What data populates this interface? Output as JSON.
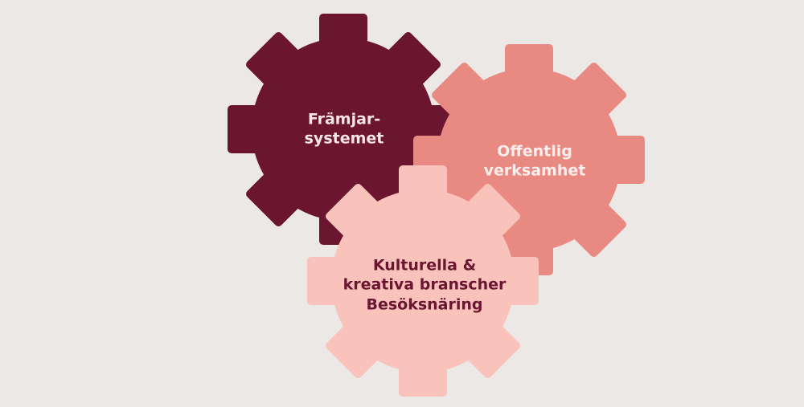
{
  "colors": {
    "background": "#ebe8e6",
    "gear_dark": "#6b1530",
    "gear_salmon": "#e98a82",
    "gear_pink": "#f9c2bb"
  },
  "gears": [
    {
      "id": "framjarsystemet",
      "line1": "Främjar-",
      "line2": "systemet",
      "color": "#6b1530",
      "text_color": "#f8e6e4"
    },
    {
      "id": "offentlig",
      "line1": "Offentlig",
      "line2": "verksamhet",
      "color": "#e98a82",
      "text_color": "#fbeeec"
    },
    {
      "id": "kulturella",
      "line1": "Kulturella &",
      "line2": "kreativa branscher",
      "line3": "Besöksnäring",
      "color": "#f9c2bb",
      "text_color": "#6b1530"
    }
  ]
}
